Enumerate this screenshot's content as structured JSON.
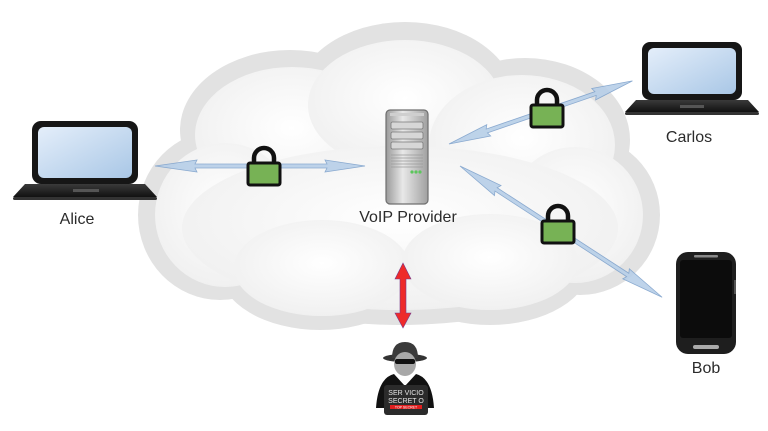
{
  "diagram": {
    "title": "VoIP encrypted communication",
    "nodes": {
      "provider": {
        "label": "VoIP Provider",
        "icon": "server-icon"
      },
      "alice": {
        "label": "Alice",
        "icon": "laptop-icon"
      },
      "carlos": {
        "label": "Carlos",
        "icon": "laptop-icon"
      },
      "bob": {
        "label": "Bob",
        "icon": "smartphone-icon"
      },
      "spy": {
        "label": "",
        "icon": "spy-icon",
        "badge_line1": "SER VICIO",
        "badge_line2": "SECRET O",
        "badge_tag": "TOP SECRET"
      }
    },
    "links": [
      {
        "from": "alice",
        "to": "provider",
        "encrypted": true
      },
      {
        "from": "provider",
        "to": "carlos",
        "encrypted": true
      },
      {
        "from": "provider",
        "to": "bob",
        "encrypted": true
      },
      {
        "from": "spy",
        "to": "provider",
        "encrypted": false
      }
    ],
    "colors": {
      "cloud_outline": "#e0e0e0",
      "cloud_fill": "#f6f6f6",
      "link": "#b7cfe8",
      "link_stroke": "#7fa2cc",
      "lock_body": "#77b255",
      "intercept_arrow": "#ee2a2a",
      "screen": "#c9def2"
    }
  }
}
